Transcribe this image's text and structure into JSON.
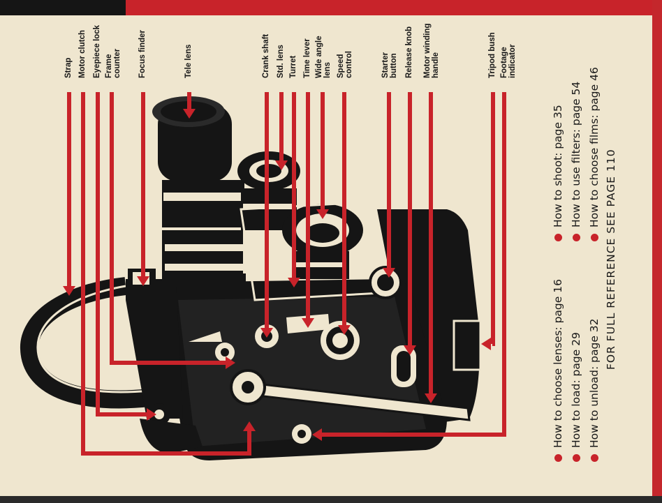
{
  "colors": {
    "accent_red": "#c8232a",
    "paper": "#efe6cf",
    "ink": "#151515"
  },
  "callouts": {
    "strap": "Strap",
    "motor_clutch": "Motor clutch",
    "eyepiece_lock": "Eyepiece lock",
    "frame_counter_1": "Frame",
    "frame_counter_2": "counter",
    "focus_finder": "Focus finder",
    "tele_lens": "Tele lens",
    "crank_shaft": "Crank shaft",
    "std_lens": "Std. lens",
    "turret": "Turret",
    "time_lever": "Time lever",
    "wide_angle_1": "Wide angle",
    "wide_angle_2": "lens",
    "speed_control_1": "Speed",
    "speed_control_2": "control",
    "starter_button_1": "Starter",
    "starter_button_2": "button",
    "release_knob": "Release knob",
    "motor_winding_1": "Motor winding",
    "motor_winding_2": "handle",
    "tripod_bush": "Tripod bush",
    "footage_indicator_1": "Footage",
    "footage_indicator_2": "indicator"
  },
  "howto_left": [
    "How to choose lenses: page 16",
    "How to load: page 29",
    "How to unload: page 32"
  ],
  "howto_right": [
    "How to shoot: page 35",
    "How to use filters: page 54",
    "How to choose films: page 46"
  ],
  "full_reference": "FOR FULL REFERENCE SEE PAGE 110"
}
